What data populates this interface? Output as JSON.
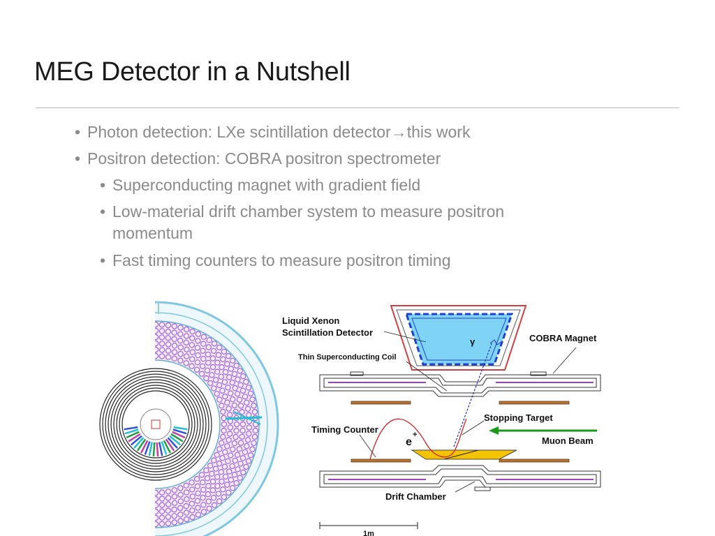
{
  "slide": {
    "title": "MEG Detector in a Nutshell",
    "bullets": [
      {
        "level": 1,
        "text": "Photon detection: LXe scintillation detector→this work"
      },
      {
        "level": 1,
        "text": "Positron detection: COBRA positron spectrometer"
      },
      {
        "level": 2,
        "text": "Superconducting magnet with gradient field"
      },
      {
        "level": 2,
        "text": "Low-material drift chamber system to measure positron"
      },
      {
        "level": 2,
        "text": "momentum"
      },
      {
        "level": 2,
        "text": "Fast timing counters to measure positron timing"
      }
    ],
    "bullet_glyph": "•"
  },
  "diagram": {
    "labels": {
      "lxe_line1": "Liquid Xenon",
      "lxe_line2": "Scintillation Detector",
      "coil": "Thin Superconducting Coil",
      "cobra": "COBRA Magnet",
      "gamma": "γ",
      "stopping_target": "Stopping Target",
      "timing_counter": "Timing Counter",
      "positron": "e",
      "positron_sign": "+",
      "muon_beam": "Muon Beam",
      "drift_chamber": "Drift Chamber",
      "scale": "1m"
    },
    "colors": {
      "lxe_fill": "#7fd3f5",
      "lxe_border": "#1f3fd0",
      "cryostat": "#d04040",
      "coil": "#a040c0",
      "timing_counter": "#b87333",
      "target": "#f5c400",
      "muon_arrow": "#1a9a1a",
      "positron_track": "#d02020",
      "photon_track": "#2030c0",
      "pmt": "#a060e0"
    }
  }
}
